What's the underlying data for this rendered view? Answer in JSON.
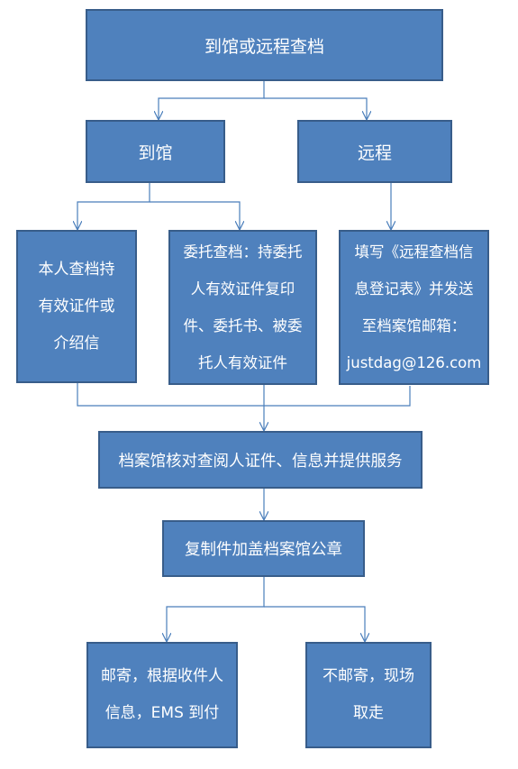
{
  "colors": {
    "box_fill": "#4f81bd",
    "box_border": "#385d8a",
    "connector": "#4a7ebb",
    "text": "#ffffff"
  },
  "flowchart": {
    "start": "到馆或远程查档",
    "branch_visit": "到馆",
    "branch_remote": "远程",
    "self_lines": [
      "本人查档持",
      "有效证件或",
      "介绍信"
    ],
    "proxy_lines": [
      "委托查档：持委托",
      "人有效证件复印",
      "件、委托书、被委",
      "托人有效证件"
    ],
    "remote_lines": [
      "填写《远程查档信",
      "息登记表》并发送",
      "至档案馆邮箱：",
      "justdag@126.com"
    ],
    "verify": "档案馆核对查阅人证件、信息并提供服务",
    "copy": "复制件加盖档案馆公章",
    "mail_lines": [
      "邮寄，根据收件人",
      "信息，EMS 到付"
    ],
    "pickup_lines": [
      "不邮寄，现场",
      "取走"
    ]
  }
}
